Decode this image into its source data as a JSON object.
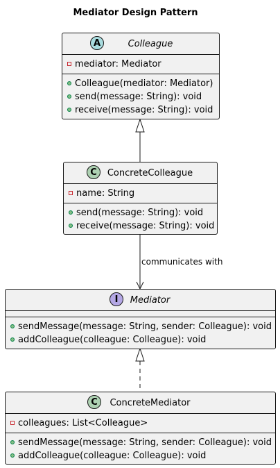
{
  "title": "Mediator Design Pattern",
  "classes": {
    "colleague": {
      "stereotype": "A",
      "name": "Colleague",
      "attributes": [
        {
          "visibility": "private",
          "text": "mediator: Mediator"
        }
      ],
      "methods": [
        {
          "visibility": "public",
          "text": "Colleague(mediator: Mediator)"
        },
        {
          "visibility": "public",
          "text": "send(message: String): void"
        },
        {
          "visibility": "public",
          "text": "receive(message: String): void"
        }
      ]
    },
    "concrete_colleague": {
      "stereotype": "C",
      "name": "ConcreteColleague",
      "attributes": [
        {
          "visibility": "private",
          "text": "name: String"
        }
      ],
      "methods": [
        {
          "visibility": "public",
          "text": "send(message: String): void"
        },
        {
          "visibility": "public",
          "text": "receive(message: String): void"
        }
      ]
    },
    "mediator": {
      "stereotype": "I",
      "name": "Mediator",
      "methods": [
        {
          "visibility": "public",
          "text": "sendMessage(message: String, sender: Colleague): void"
        },
        {
          "visibility": "public",
          "text": "addColleague(colleague: Colleague): void"
        }
      ]
    },
    "concrete_mediator": {
      "stereotype": "C",
      "name": "ConcreteMediator",
      "attributes": [
        {
          "visibility": "private",
          "text": "colleagues: List<Colleague>"
        }
      ],
      "methods": [
        {
          "visibility": "public",
          "text": "sendMessage(message: String, sender: Colleague): void"
        },
        {
          "visibility": "public",
          "text": "addColleague(colleague: Colleague): void"
        }
      ]
    }
  },
  "relations": {
    "association_label": "communicates with"
  }
}
